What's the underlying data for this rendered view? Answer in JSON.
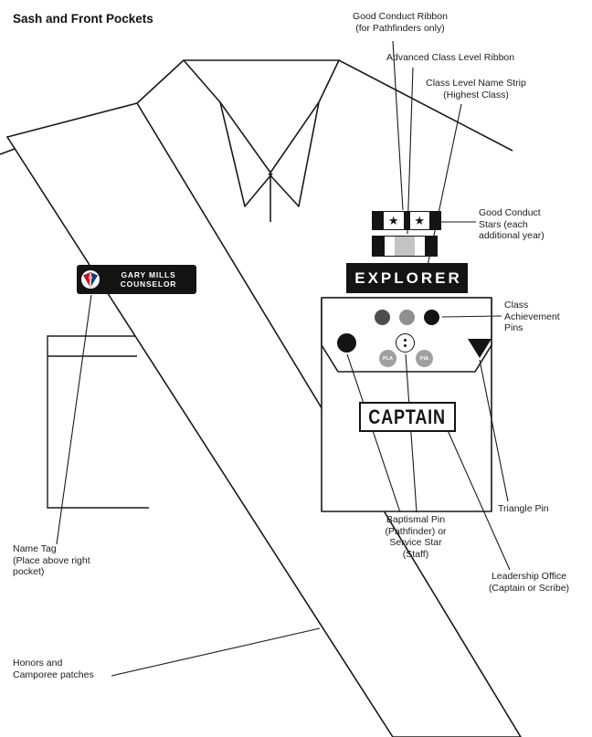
{
  "title": "Sash and Front Pockets",
  "colors": {
    "line": "#1a1a1a",
    "black_fill": "#141414",
    "pin_dark_gray": "#4d4d4d",
    "pin_gray": "#8f8f8f",
    "pin_light_gray": "#a0a0a0",
    "ribbon_center_gray": "#c4c4c4",
    "logo_red": "#c8102e",
    "logo_blue": "#0a3d91",
    "logo_gold": "#f2c94c"
  },
  "name_tag": {
    "name": "GARY MILLS",
    "role": "COUNSELOR"
  },
  "sash_strip": {
    "class_name": "EXPLORER"
  },
  "pocket": {
    "leadership_strip": "CAPTAIN"
  },
  "ribbons": {
    "good_conduct_star": "★"
  },
  "pins": {
    "pla_label": "PLA",
    "pia_label": "PIA"
  },
  "labels": {
    "good_conduct_ribbon": "Good Conduct Ribbon\n(for Pathfinders only)",
    "advanced_class_ribbon": "Advanced Class Level Ribbon",
    "class_level_name_strip": "Class Level Name Strip\n(Highest Class)",
    "good_conduct_stars": "Good Conduct\nStars (each\nadditional year)",
    "class_achievement_pins": "Class\nAchievement\nPins",
    "triangle_pin": "Triangle Pin",
    "leadership_office": "Leadership Office\n(Captain or Scribe)",
    "baptismal_pin": "Baptismal Pin\n(Pathfinder) or\nService Star\n(Staff)",
    "name_tag": "Name Tag\n(Place above right\npocket)",
    "honors": "Honors and\nCamporee patches"
  }
}
